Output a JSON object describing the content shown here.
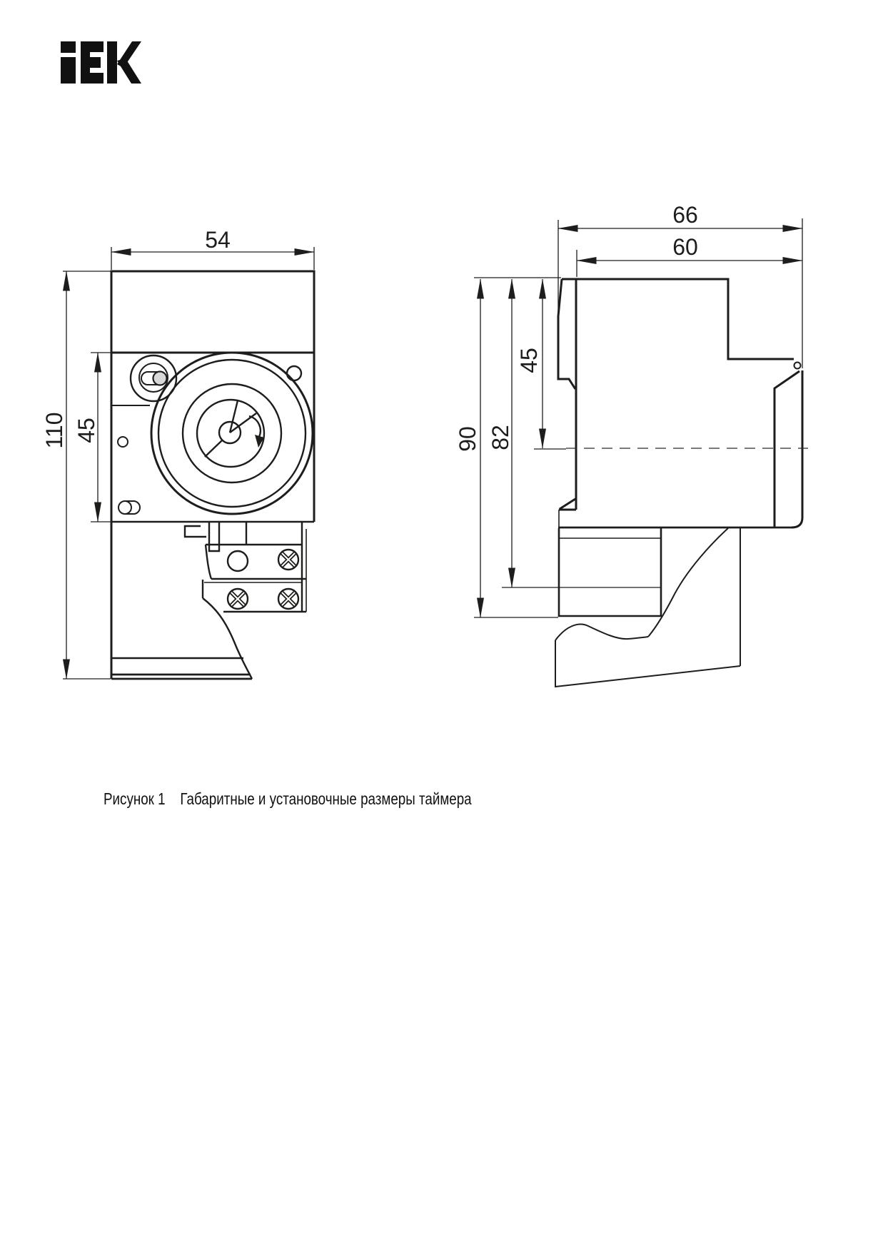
{
  "branding": {
    "logo_text": "iEK"
  },
  "front_view": {
    "dim_width": "54",
    "dim_height": "110",
    "dim_dial_height": "45"
  },
  "side_view": {
    "dim_depth_total": "66",
    "dim_depth_body": "60",
    "dim_height_total": "90",
    "dim_height_ext": "82",
    "dim_top_to_center": "45"
  },
  "caption": {
    "figure_ref": "Рисунок 1",
    "title": "Габаритные и установочные размеры таймера"
  },
  "colors": {
    "line": "#1d1d1b",
    "knob_gray": "#d8d8d8",
    "background": "#ffffff"
  }
}
